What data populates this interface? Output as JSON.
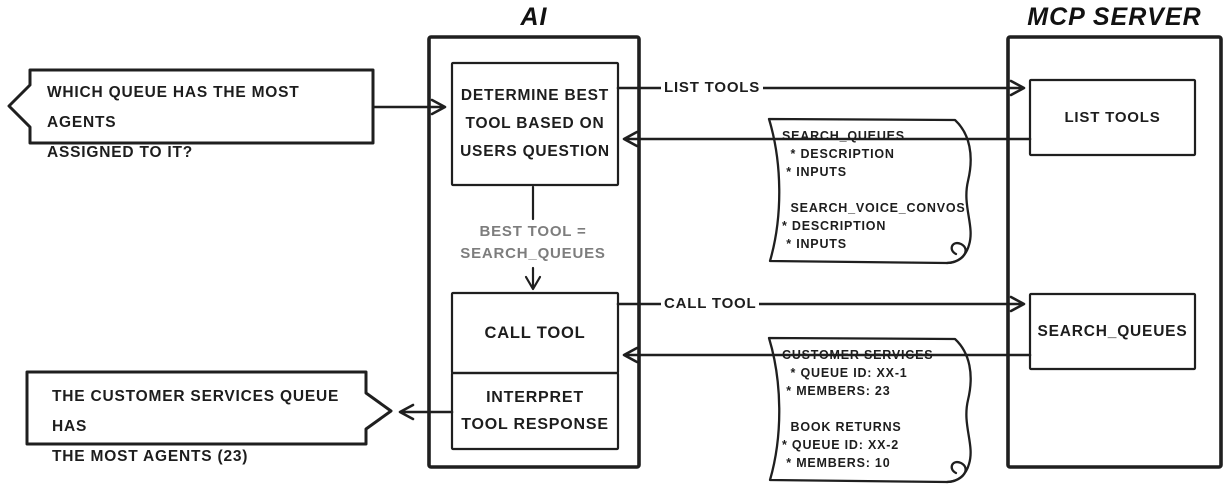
{
  "diagram": {
    "title_ai": "AI",
    "title_mcp": "MCP SERVER",
    "user_question": {
      "lines": [
        "WHICH QUEUE HAS THE MOST AGENTS",
        "ASSIGNED TO IT?"
      ]
    },
    "answer": {
      "lines": [
        "THE CUSTOMER SERVICES QUEUE HAS",
        "THE MOST AGENTS (23)"
      ]
    },
    "ai": {
      "determine_box": {
        "lines": [
          "DETERMINE BEST",
          "TOOL BASED ON",
          "USERS QUESTION"
        ]
      },
      "best_tool_note": {
        "lines": [
          "BEST TOOL =",
          "SEARCH_QUEUES"
        ]
      },
      "call_tool_box": {
        "label": "CALL TOOL"
      },
      "interpret_box": {
        "lines": [
          "INTERPRET",
          "TOOL RESPONSE"
        ]
      }
    },
    "mcp_server": {
      "list_tools_box": {
        "label": "LIST TOOLS"
      },
      "search_queues_box": {
        "label": "SEARCH_QUEUES"
      }
    },
    "arrows": {
      "list_tools_label": "LIST TOOLS",
      "call_tool_label": "CALL TOOL"
    },
    "scroll_tools": {
      "lines": [
        "SEARCH_QUEUES",
        "  * DESCRIPTION",
        " * INPUTS",
        "",
        "  SEARCH_VOICE_CONVOS",
        "* DESCRIPTION",
        " * INPUTS"
      ]
    },
    "scroll_results": {
      "lines": [
        "CUSTOMER SERVICES",
        "  * QUEUE ID: XX-1",
        " * MEMBERS: 23",
        "",
        "  BOOK RETURNS",
        "* QUEUE ID: XX-2",
        " * MEMBERS: 10"
      ]
    },
    "colors": {
      "ink": "#1f1f1f",
      "muted_gray": "#7d7d7d",
      "background": "#ffffff"
    }
  }
}
